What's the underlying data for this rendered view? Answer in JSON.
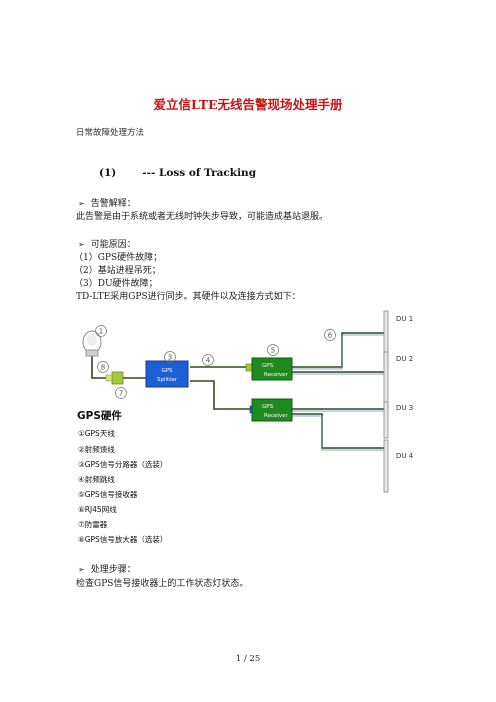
{
  "doc": {
    "title": "爱立信LTE无线告警现场处理手册",
    "subtitle": "日常故障处理方法",
    "section_num": "(1)",
    "section_title": "--- Loss of Tracking",
    "p1_head": "告警解释：",
    "p1_body": "此告警是由于系统或者无线时钟失步导致，可能造成基站退服。",
    "p2_head": "可能原因：",
    "cause1": "（1）GPS硬件故障；",
    "cause2": "（2）基站进程吊死；",
    "cause3": "（3）DU硬件故障；",
    "intro": "TD-LTE采用GPS进行同步。其硬件以及连接方式如下：",
    "p3_head": "处理步骤：",
    "p3_body": "检查GPS信号接收器上的工作状态灯状态。",
    "footer": "1 / 25"
  },
  "diagram": {
    "du_labels": [
      "DU 1",
      "DU 2",
      "DU 3",
      "DU 4"
    ],
    "splitter_label": [
      "GPS",
      "Splitter"
    ],
    "receiver_label": [
      "GPS",
      "Receiver"
    ],
    "circled": [
      "1",
      "3",
      "4",
      "5",
      "6",
      "7",
      "8"
    ],
    "colors": {
      "splitter": "#1e5fd6",
      "receiver": "#1f8a1f",
      "cable": "#2c4a20",
      "arrester": "#a5c83c"
    },
    "legend_title": "GPS硬件",
    "legend": [
      "①GPS天线",
      "②射频馈线",
      "③GPS信号分路器（选装）",
      "④射频跳线",
      "⑤GPS信号接收器",
      "⑥RJ45网线",
      "⑦防雷器",
      "⑧GPS信号放大器（选装）"
    ]
  }
}
